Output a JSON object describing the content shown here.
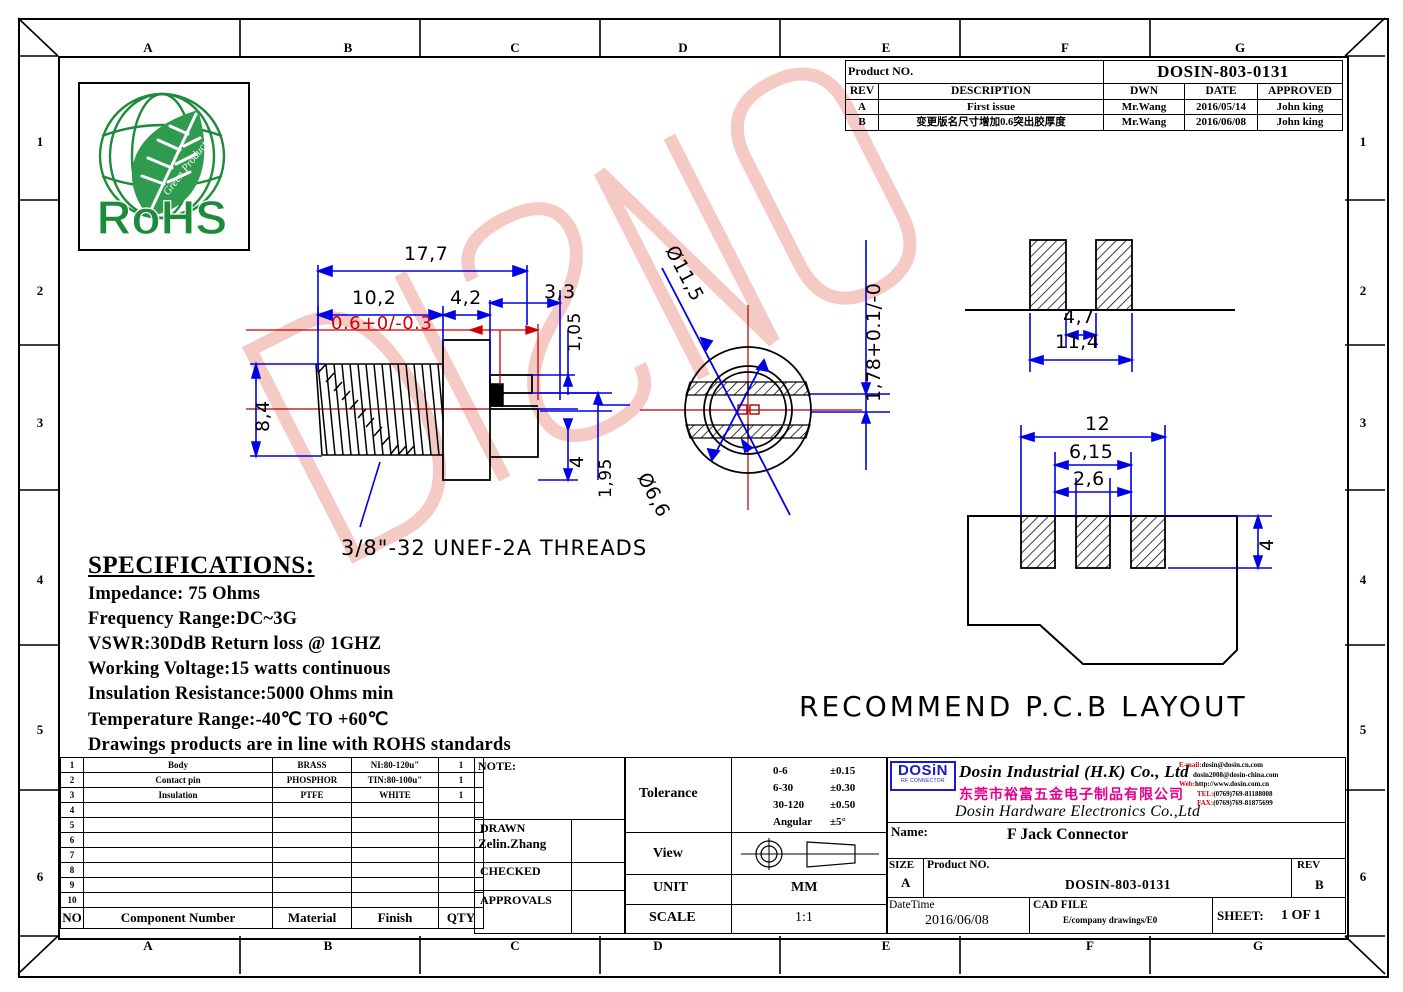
{
  "frame": {
    "columns": [
      "A",
      "B",
      "C",
      "D",
      "E",
      "F",
      "G"
    ],
    "rows": [
      "1",
      "2",
      "3",
      "4",
      "5",
      "6"
    ]
  },
  "rohs_logo": {
    "main_text": "RoHS",
    "arc_text": "Green Product"
  },
  "product_table": {
    "product_no_label": "Product NO.",
    "product_no_value": "DOSIN-803-0131",
    "headers": [
      "REV",
      "DESCRIPTION",
      "DWN",
      "DATE",
      "APPROVED"
    ],
    "rows": [
      {
        "rev": "A",
        "description": "First issue",
        "dwn": "Mr.Wang",
        "date": "2016/05/14",
        "approved": "John king"
      },
      {
        "rev": "B",
        "description": "变更版名尺寸增加0.6突出胶厚度",
        "dwn": "Mr.Wang",
        "date": "2016/06/08",
        "approved": "John king"
      }
    ]
  },
  "specifications": {
    "title": "SPECIFICATIONS:",
    "lines": [
      "Impedance: 75 Ohms",
      "Frequency Range:DC~3G",
      "VSWR:30DdB Return loss @ 1GHZ",
      "Working Voltage:15 watts continuous",
      "Insulation Resistance:5000 Ohms min",
      "Temperature Range:-40℃ TO +60℃",
      "Drawings products are in line with ROHS standards"
    ]
  },
  "drawing": {
    "side_view": {
      "dim_overall": "17,7",
      "dim_thread_len": "10,2",
      "dim_flange": "4,2",
      "dim_tail": "3,3",
      "dim_height": "8,4",
      "dim_105": "1,05",
      "dim_4": "4",
      "dim_195": "1,95",
      "dim_red_tol": "0.6+0/-0.3",
      "thread_note": "3/8\"-32 UNEF-2A THREADS"
    },
    "front_view": {
      "dia_outer": "Ø11,5",
      "dia_inner": "Ø6,6",
      "dim_thickness": "1,78+0.1/-0"
    },
    "pcb_layout": {
      "title": "RECOMMEND P.C.B LAYOUT",
      "top_dim_inner": "4,7",
      "top_dim_outer": "11,4",
      "bottom_dim_outer": "12",
      "bottom_dim_mid": "6,15",
      "bottom_dim_inner": "2,6",
      "bottom_dim_height": "4"
    }
  },
  "bom": {
    "footer": [
      "NO",
      "Component Number",
      "Material",
      "Finish",
      "QTY"
    ],
    "rows": [
      {
        "no": "1",
        "name": "Body",
        "material": "BRASS",
        "finish": "NI:80-120u\"",
        "qty": "1"
      },
      {
        "no": "2",
        "name": "Contact pin",
        "material": "PHOSPHOR",
        "finish": "TIN:80-100u\"",
        "qty": "1"
      },
      {
        "no": "3",
        "name": "Insulation",
        "material": "PTFE",
        "finish": "WHITE",
        "qty": "1"
      },
      {
        "no": "4",
        "name": "",
        "material": "",
        "finish": "",
        "qty": ""
      },
      {
        "no": "5",
        "name": "",
        "material": "",
        "finish": "",
        "qty": ""
      },
      {
        "no": "6",
        "name": "",
        "material": "",
        "finish": "",
        "qty": ""
      },
      {
        "no": "7",
        "name": "",
        "material": "",
        "finish": "",
        "qty": ""
      },
      {
        "no": "8",
        "name": "",
        "material": "",
        "finish": "",
        "qty": ""
      },
      {
        "no": "9",
        "name": "",
        "material": "",
        "finish": "",
        "qty": ""
      },
      {
        "no": "10",
        "name": "",
        "material": "",
        "finish": "",
        "qty": ""
      }
    ]
  },
  "note_block": {
    "note_label": "NOTE:",
    "drawn_label": "DRAWN",
    "drawn_value": "Zelin.Zhang",
    "checked_label": "CHECKED",
    "checked_value": "",
    "approvals_label": "APPROVALS",
    "approvals_value": ""
  },
  "tolerance_block": {
    "label": "Tolerance",
    "rows": [
      {
        "range": "0-6",
        "tol": "±0.15"
      },
      {
        "range": "6-30",
        "tol": "±0.30"
      },
      {
        "range": "30-120",
        "tol": "±0.50"
      },
      {
        "range": "Angular",
        "tol": "±5°"
      }
    ],
    "view_label": "View",
    "unit_label": "UNIT",
    "unit_value": "MM",
    "scale_label": "SCALE",
    "scale_value": "1:1"
  },
  "company": {
    "logo_text": "DOSiN",
    "logo_sub": "RF CONNECTOR",
    "name_en1": "Dosin Industrial (H.K) Co., Ltd",
    "name_cn": "东莞市裕富五金电子制品有限公司",
    "name_en2": "Dosin Hardware Electronics Co.,Ltd",
    "email_label": "E-mail:",
    "email1": "dosin@dosin.cn.com",
    "email2": "dosin2008@dosin-china.com",
    "web_label": "Web:",
    "web": "http://www.dosin.com.cn",
    "tel_label": "TEL:",
    "tel": "(0769)769-81188008",
    "fax_label": "FAX:",
    "fax": "(0769)769-81875699"
  },
  "title_block": {
    "name_label": "Name:",
    "name_value": "F  Jack Connector",
    "size_label": "SIZE",
    "size_value": "A",
    "product_no_label": "Product NO.",
    "product_no_value": "DOSIN-803-0131",
    "rev_label": "REV",
    "rev_value": "B",
    "datetime_label": "DateTime",
    "datetime_value": "2016/06/08",
    "cadfile_label": "CAD FILE",
    "cadfile_value": "E/company drawings/E0",
    "sheet_label": "SHEET:",
    "sheet_value": "1 OF 1"
  },
  "watermark": {
    "text": "DOSIN",
    "color": "#f5c9c4"
  },
  "colors": {
    "dimension_blue": "#0000e6",
    "centerline_red": "#aa0000",
    "red_text": "#cc0000",
    "magenta": "#e5008c",
    "green": "#1e8a3c"
  }
}
